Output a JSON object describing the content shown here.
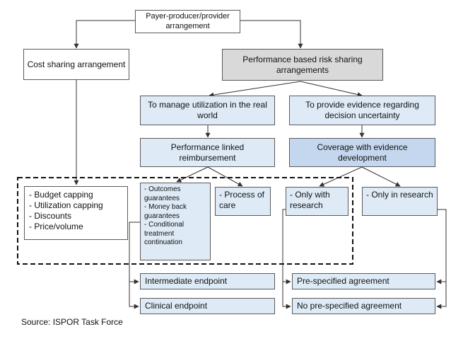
{
  "root": {
    "label": "Payer-producer/provider arrangement"
  },
  "cost_sharing": {
    "label": "Cost sharing arrangement",
    "items": [
      "- Budget capping",
      "- Utilization capping",
      "- Discounts",
      "- Price/volume"
    ]
  },
  "performance": {
    "label": "Performance based risk sharing arrangements"
  },
  "manage_utilization": {
    "label": "To manage utilization in the real world"
  },
  "provide_evidence": {
    "label": "To provide evidence regarding decision uncertainty"
  },
  "performance_linked": {
    "label": "Performance linked reimbursement"
  },
  "coverage_evidence": {
    "label": "Coverage with evidence development"
  },
  "outcomes": {
    "items": [
      "- Outcomes guarantees",
      "- Money back guarantees",
      "- Conditional treatment continuation"
    ]
  },
  "process_of_care": {
    "label": "- Process of care"
  },
  "only_with_research": {
    "label": "- Only with research"
  },
  "only_in_research": {
    "label": "- Only in research"
  },
  "intermediate_endpoint": {
    "label": "Intermediate endpoint"
  },
  "clinical_endpoint": {
    "label": "Clinical endpoint"
  },
  "prespecified": {
    "label": "Pre-specified agreement"
  },
  "no_prespecified": {
    "label": "No pre-specified agreement"
  },
  "source": "Source: ISPOR Task Force",
  "colors": {
    "grey_box": "#d9d9d9",
    "blue_light": "#deebf7",
    "blue_dark": "#c5d7ee",
    "line": "#333333"
  }
}
